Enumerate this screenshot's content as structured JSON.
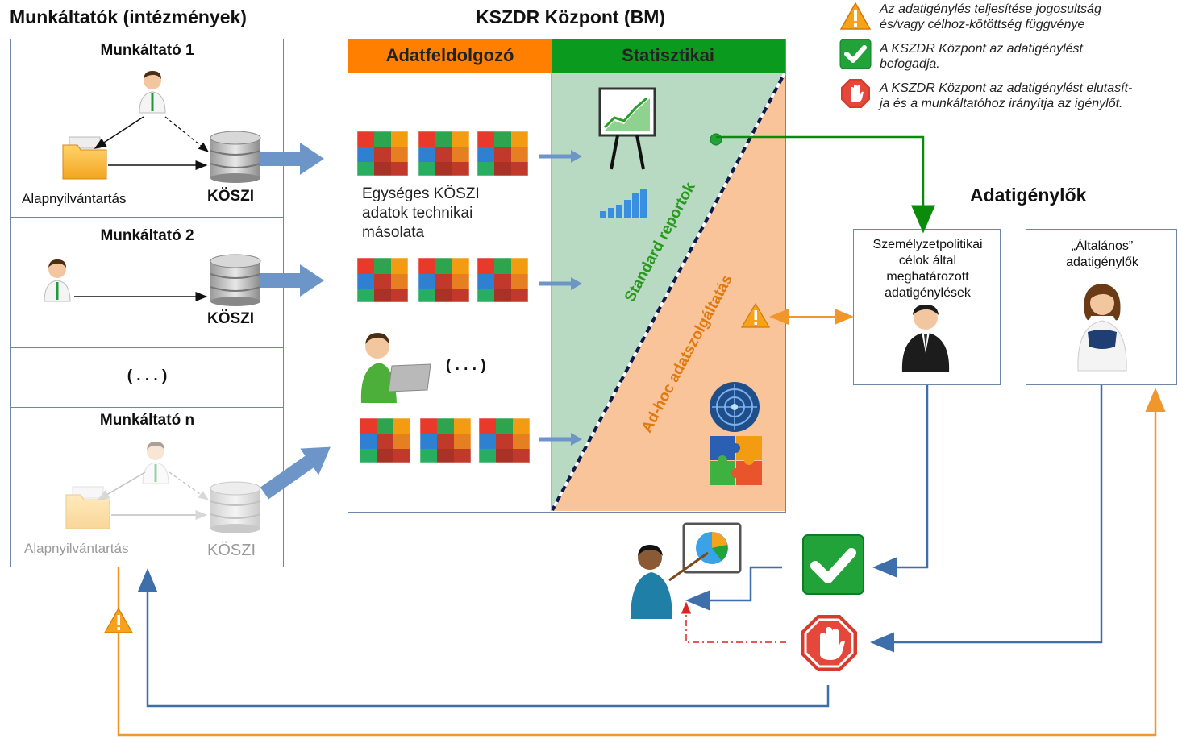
{
  "headers": {
    "employers": "Munkáltatók (intézmények)",
    "center": "KSZDR Központ (BM)",
    "requesters": "Adatigénylők"
  },
  "employers": {
    "e1": {
      "title": "Munkáltató 1",
      "registry": "Alapnyilvántartás",
      "db": "KÖSZI"
    },
    "e2": {
      "title": "Munkáltató 2",
      "db": "KÖSZI"
    },
    "ellipsis": "( . . . )",
    "en": {
      "title": "Munkáltató n",
      "registry": "Alapnyilvántartás",
      "db": "KÖSZI"
    }
  },
  "center": {
    "processor_label": "Adatfeldolgozó",
    "statistics_label": "Statisztikai",
    "copy_text": [
      "Egységes KÖSZI",
      "adatok technikai",
      "másolata"
    ],
    "ellipsis": "( . . . )",
    "standard_reports": "Standard reportok",
    "adhoc": "Ad-hoc adatszolgáltatás"
  },
  "legend": [
    {
      "icon": "warning-icon",
      "lines": [
        "Az adatigénylés teljesítése jogosultság",
        "és/vagy célhoz-kötöttség függvénye"
      ]
    },
    {
      "icon": "check-icon",
      "lines": [
        "A KSZDR Központ az adatigénylést",
        "befogadja."
      ]
    },
    {
      "icon": "stop-hand-icon",
      "lines": [
        "A KSZDR Központ az adatigénylést elutasít-",
        "ja és a munkáltatóhoz irányítja az igénylőt."
      ]
    }
  ],
  "requesters": {
    "hr": [
      "Személyzetpolitikai",
      "célok által",
      "meghatározott",
      "adatigénylések"
    ],
    "general": [
      "„Általános”",
      "adatigénylők"
    ]
  },
  "colors": {
    "orange": "#ff8000",
    "green": "#0a8c0a",
    "light_green": "#b8d9c2",
    "light_orange": "#f9c49a",
    "blue_arrow": "#6d95c8",
    "line_blue": "#3f6faa",
    "line_orange": "#f0962a"
  }
}
